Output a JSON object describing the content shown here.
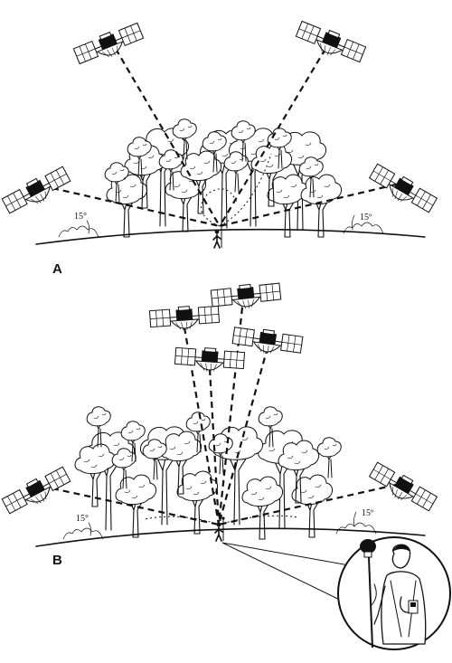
{
  "panels": [
    {
      "id": "A",
      "label": "A",
      "angle_left": "15°",
      "angle_right": "15º"
    },
    {
      "id": "B",
      "label": "B",
      "angle_left": "15°",
      "angle_right": "15º"
    }
  ]
}
